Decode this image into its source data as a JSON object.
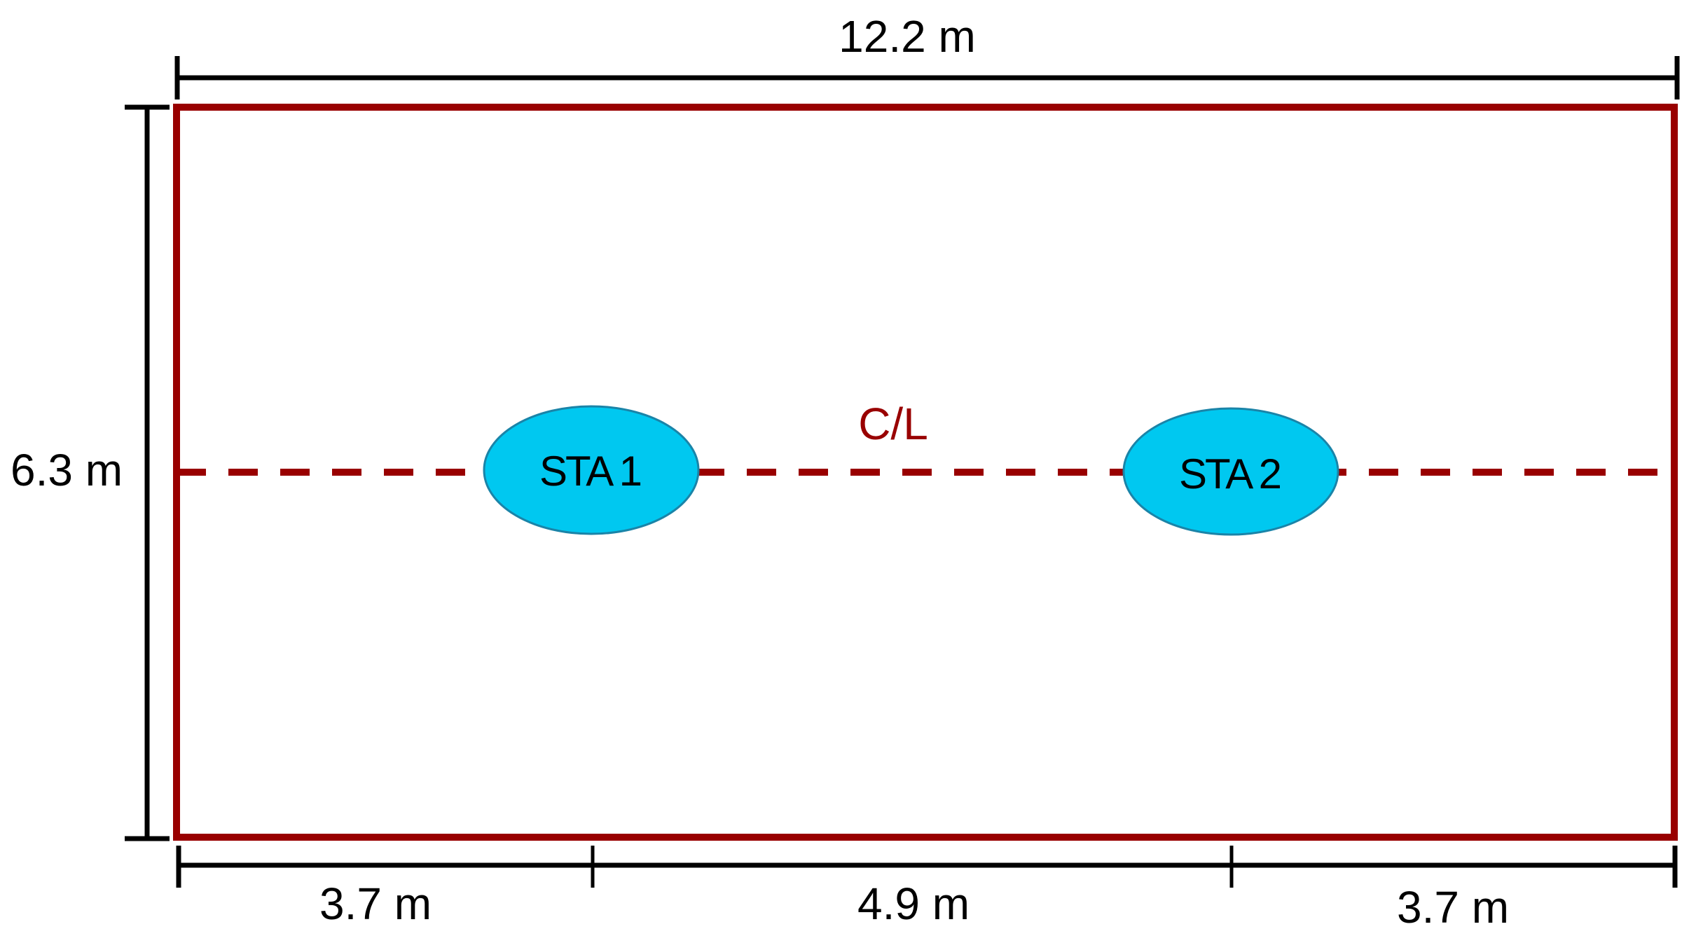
{
  "diagram": {
    "type": "floor-plan-dimension-drawing",
    "room": {
      "width_label": "12.2 m",
      "height_label": "6.3 m",
      "outline_color": "#990000"
    },
    "centerline": {
      "label": "C/L",
      "color": "#990000",
      "style": "dashed"
    },
    "stations": [
      {
        "label": "STA 1",
        "fill": "#00C8F0",
        "stroke": "#1A84A8"
      },
      {
        "label": "STA 2",
        "fill": "#00C8F0",
        "stroke": "#1A84A8"
      }
    ],
    "bottom_dimensions": [
      {
        "label": "3.7 m"
      },
      {
        "label": "4.9 m"
      },
      {
        "label": "3.7 m"
      }
    ],
    "dimension_line_color": "#000000"
  }
}
